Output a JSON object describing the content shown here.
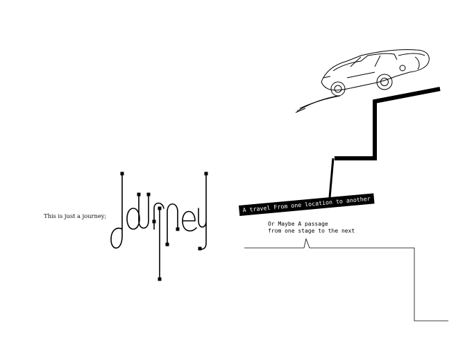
{
  "intro_text": "This is just a journey;",
  "logo_word": "journey",
  "banner_text": "A travel From one location to another",
  "caption_lines": [
    "Or Maybe A passage",
    "from one stage to the next"
  ],
  "colors": {
    "ink": "#000000",
    "background": "#ffffff"
  }
}
